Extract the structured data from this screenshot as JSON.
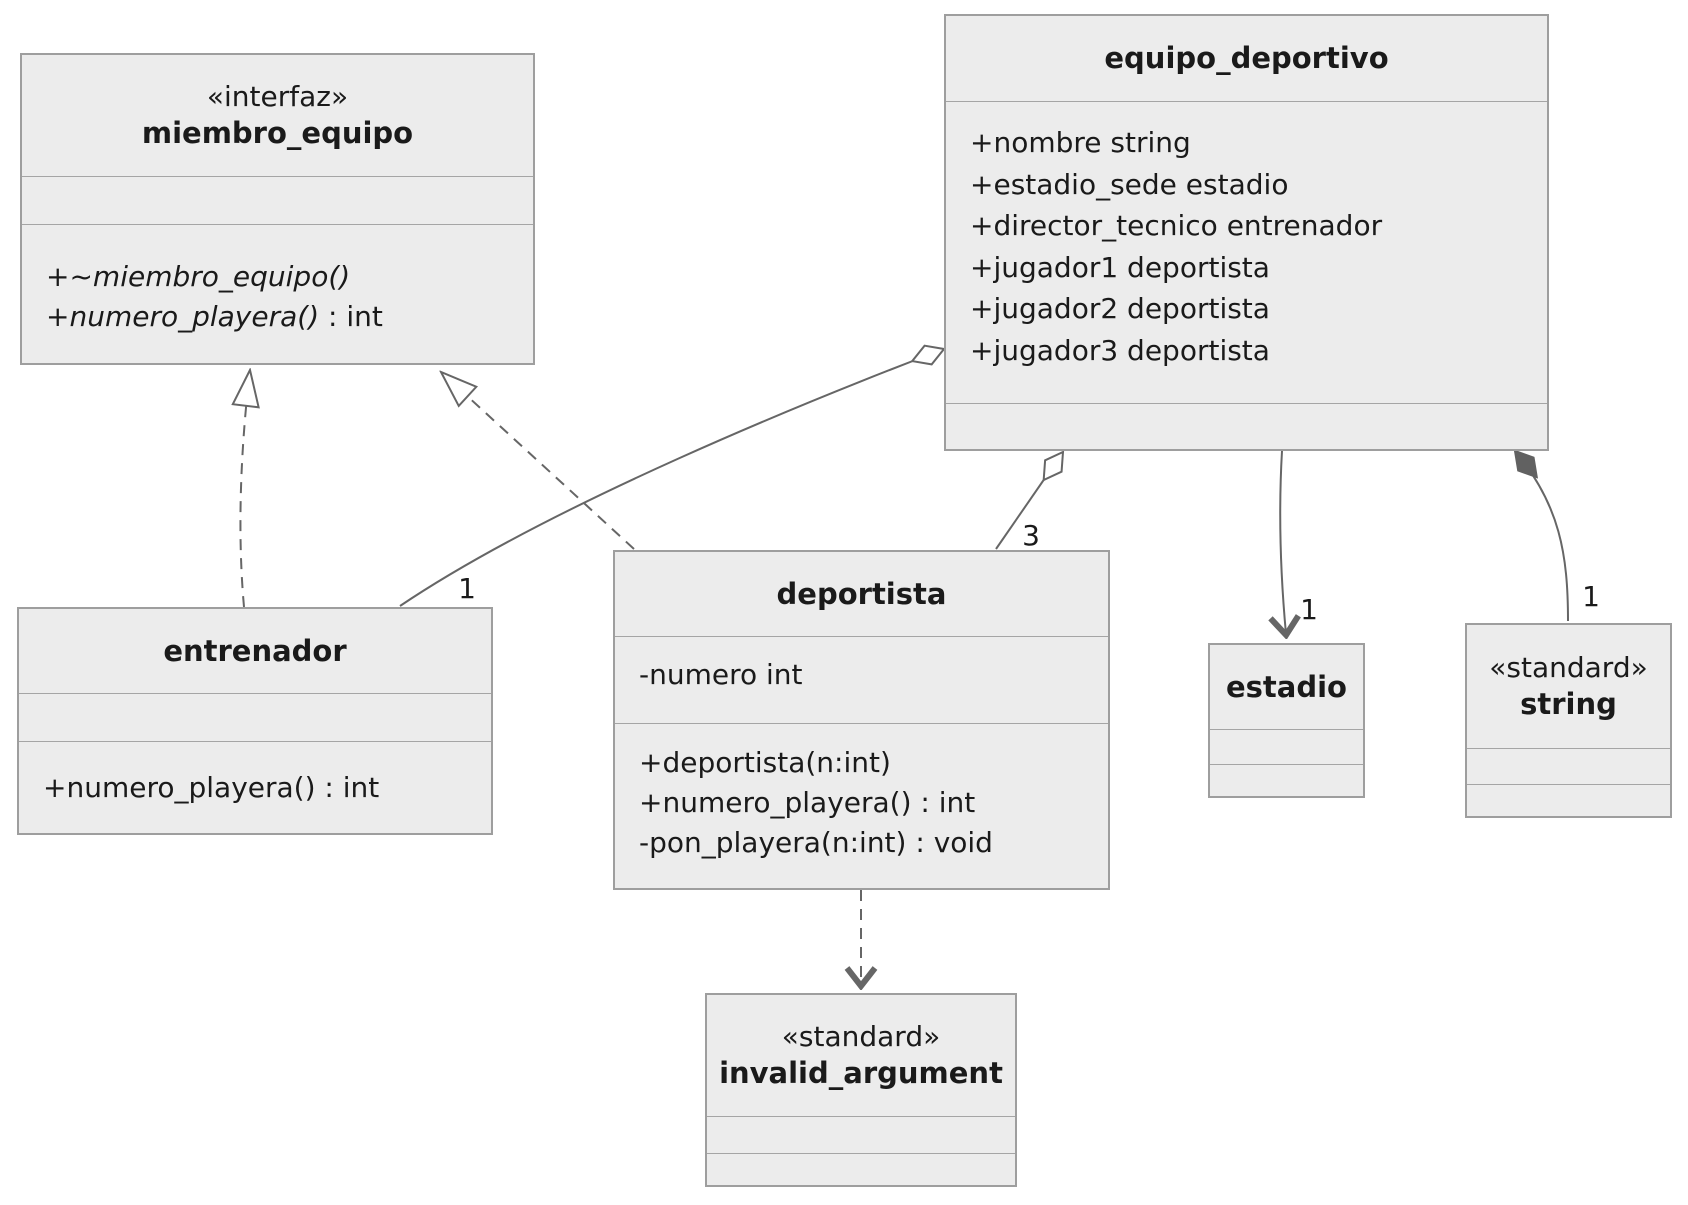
{
  "diagram": {
    "classes": [
      {
        "key": "miembro_equipo",
        "stereotype": "«interfaz»",
        "name": "miembro_equipo",
        "attributes": [],
        "operations": [
          {
            "name": "+~miembro_equipo()",
            "type": ""
          },
          {
            "name": "+numero_playera()",
            "type": " : int"
          }
        ]
      },
      {
        "key": "equipo_deportivo",
        "name": "equipo_deportivo",
        "attributes": [
          "+nombre string",
          "+estadio_sede estadio",
          "+director_tecnico entrenador",
          "+jugador1 deportista",
          "+jugador2 deportista",
          "+jugador3 deportista"
        ],
        "operations": []
      },
      {
        "key": "entrenador",
        "name": "entrenador",
        "attributes": [],
        "operations": [
          "+numero_playera() : int"
        ]
      },
      {
        "key": "deportista",
        "name": "deportista",
        "attributes": [
          "-numero int"
        ],
        "operations": [
          "+deportista(n:int)",
          "+numero_playera() : int",
          "-pon_playera(n:int) : void"
        ]
      },
      {
        "key": "estadio",
        "name": "estadio",
        "attributes": [],
        "operations": []
      },
      {
        "key": "string",
        "stereotype": "«standard»",
        "name": "string",
        "attributes": [],
        "operations": []
      },
      {
        "key": "invalid_argument",
        "stereotype": "«standard»",
        "name": "invalid_argument",
        "attributes": [],
        "operations": []
      }
    ],
    "multiplicities": [
      {
        "text": "1",
        "for": "equipo_deportivo-entrenador"
      },
      {
        "text": "3",
        "for": "equipo_deportivo-deportista"
      },
      {
        "text": "1",
        "for": "equipo_deportivo-estadio"
      },
      {
        "text": "1",
        "for": "equipo_deportivo-string"
      }
    ],
    "relations": [
      {
        "type": "realization",
        "from": "entrenador",
        "to": "miembro_equipo"
      },
      {
        "type": "realization",
        "from": "deportista",
        "to": "miembro_equipo"
      },
      {
        "type": "aggregation",
        "from": "equipo_deportivo",
        "to": "entrenador",
        "multiplicity": "1"
      },
      {
        "type": "aggregation",
        "from": "equipo_deportivo",
        "to": "deportista",
        "multiplicity": "3"
      },
      {
        "type": "association",
        "from": "equipo_deportivo",
        "to": "estadio",
        "multiplicity": "1"
      },
      {
        "type": "composition",
        "from": "equipo_deportivo",
        "to": "string",
        "multiplicity": "1"
      },
      {
        "type": "dependency",
        "from": "deportista",
        "to": "invalid_argument"
      }
    ],
    "colors": {
      "box_fill": "#ececec",
      "box_border": "#9e9e9e",
      "edge": "#666666",
      "text": "#1a1a1a"
    }
  }
}
